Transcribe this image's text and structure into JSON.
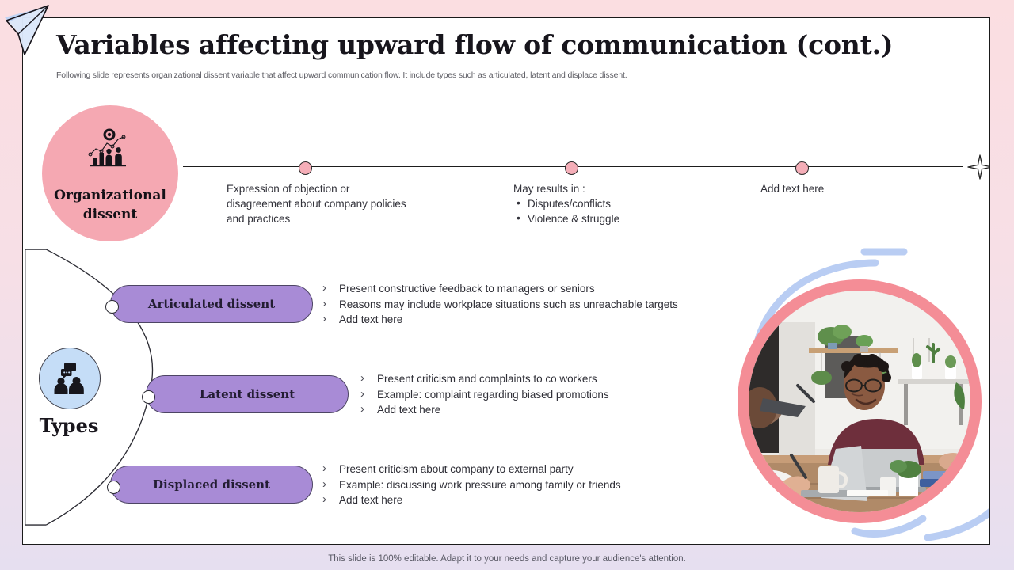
{
  "slide": {
    "title": "Variables affecting upward flow of communication (cont.)",
    "subtitle": "Following slide represents organizational dissent variable that affect upward communication flow. It include types such as articulated, latent and displace dissent.",
    "footer": "This slide is 100% editable. Adapt it to your needs and capture your audience's attention."
  },
  "colors": {
    "background_top": "#fbdee1",
    "background_bottom": "#e6dff0",
    "slide_bg": "#ffffff",
    "pink_circle": "#f5a8b2",
    "pink_dot": "#f5aeb8",
    "blue_circle": "#c5ddf7",
    "purple_pill": "#a88bd6",
    "photo_ring": "#f48d96",
    "deco_blue": "#b9cdf3",
    "title_color": "#17151c"
  },
  "org": {
    "label_line1": "Organizational",
    "label_line2": "dissent",
    "icon": "bar-chart-people-icon"
  },
  "timeline": {
    "steps": [
      {
        "id": "step-1",
        "heading": "Expression of objection or disagreement about company policies and practices",
        "bullets": []
      },
      {
        "id": "step-2",
        "heading": "May results in :",
        "bullets": [
          "Disputes/conflicts",
          "Violence & struggle"
        ]
      },
      {
        "id": "step-3",
        "heading": "Add text here",
        "bullets": []
      }
    ],
    "end_marker": "four-point-star-icon"
  },
  "types": {
    "label": "Types",
    "icon": "two-people-chat-icon",
    "items": [
      {
        "id": "articulated",
        "pill": "Articulated dissent",
        "bullets": [
          "Present constructive feedback to managers or seniors",
          "Reasons may include workplace situations such as unreachable targets",
          "Add text here"
        ]
      },
      {
        "id": "latent",
        "pill": "Latent dissent",
        "bullets": [
          "Present criticism and complaints to co workers",
          "Example: complaint regarding biased promotions",
          "Add text here"
        ]
      },
      {
        "id": "displaced",
        "pill": "Displaced dissent",
        "bullets": [
          "Present criticism about company to external party",
          "Example: discussing work pressure among family or friends",
          "Add text here"
        ]
      }
    ]
  },
  "photo": {
    "alt": "team meeting with laptops in bright office",
    "decorations": [
      "blue-arc-top",
      "blue-arc-left",
      "blue-arc-bottom",
      "blue-dash-top"
    ]
  }
}
